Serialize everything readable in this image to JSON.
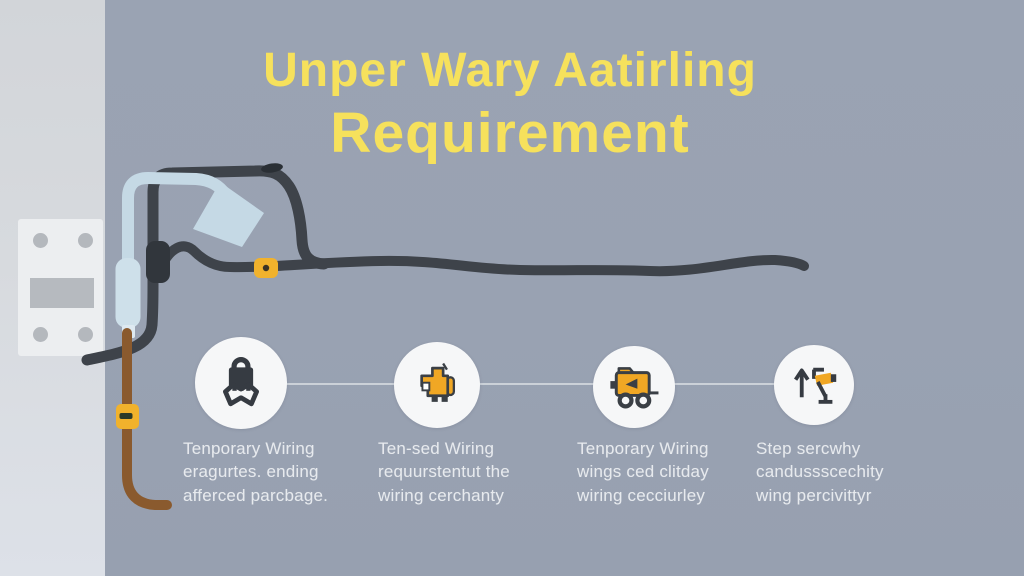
{
  "title": {
    "line1": "Unper Wary Aatirling",
    "line2": "Requirement"
  },
  "steps": [
    {
      "icon": "lock-banner-icon",
      "lines": [
        "Tenporary Wiring",
        "eragurtes. ending",
        "afferced parcbage."
      ]
    },
    {
      "icon": "plug-adapter-icon",
      "lines": [
        "Ten-sed Wiring",
        "requurstentut the",
        "wiring cerchanty"
      ]
    },
    {
      "icon": "generator-cart-icon",
      "lines": [
        "Tenporary Wiring",
        "wings ced clitday",
        "wiring cecciurley"
      ]
    },
    {
      "icon": "survey-camera-icon",
      "lines": [
        "Step sercwhy",
        "candussscechity",
        "wing percivittyr"
      ]
    }
  ],
  "illustration": {
    "elements": [
      "wall-strip",
      "outlet-plate",
      "hanging-lamp",
      "dark-power-cable",
      "light-blue-cord-with-connector",
      "brown-ground-wire",
      "yellow-cable-clip-horizontal",
      "yellow-cable-clip-vertical"
    ]
  },
  "colors": {
    "background": "#99a2b2",
    "wall_strip": "#d7dade",
    "title_yellow": "#f6e15c",
    "icon_orange": "#f0a724",
    "cable_dark": "#3e434a",
    "cable_blue": "#c5d9e5",
    "cable_brown": "#8a5a2e",
    "clip_yellow": "#f1b22c",
    "circle_white": "#f6f7f8",
    "caption_text": "#e7eaee"
  }
}
